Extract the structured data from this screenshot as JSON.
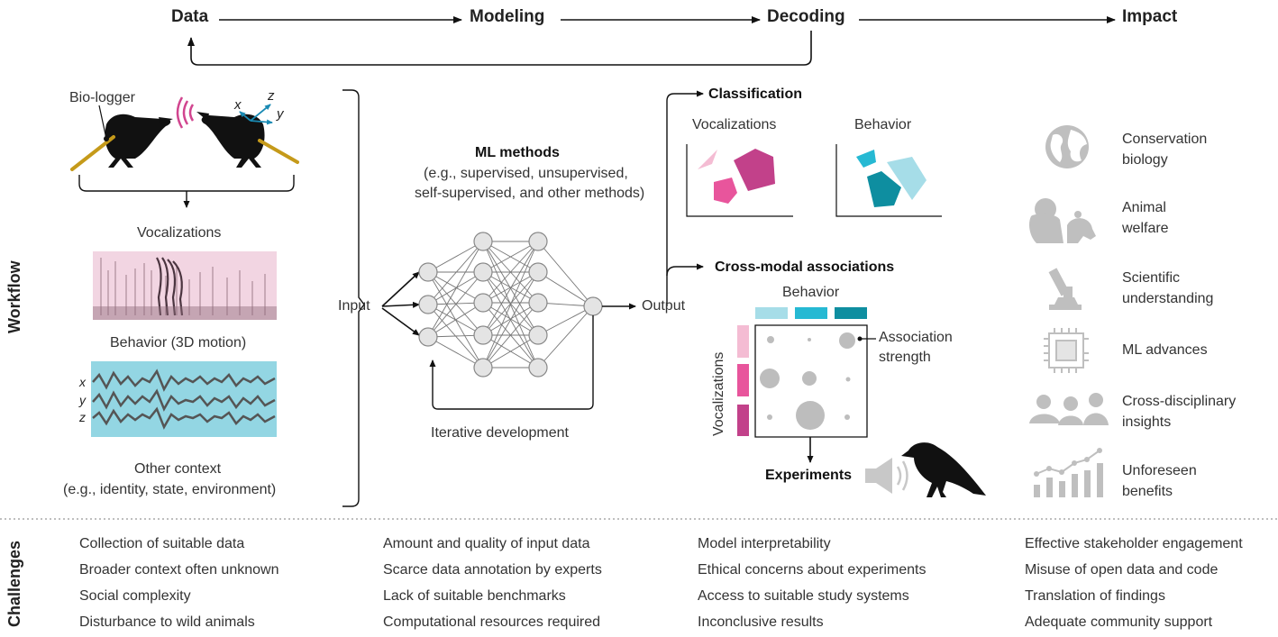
{
  "pipeline": {
    "stages": [
      "Data",
      "Modeling",
      "Decoding",
      "Impact"
    ]
  },
  "side_labels": {
    "workflow": "Workflow",
    "challenges": "Challenges"
  },
  "data_panel": {
    "biologger": "Bio-logger",
    "axes": [
      "x",
      "y",
      "z"
    ],
    "vocalizations": "Vocalizations",
    "behavior": "Behavior (3D motion)",
    "motion_axes": [
      "x",
      "y",
      "z"
    ],
    "other_context_line1": "Other context",
    "other_context_line2": "(e.g., identity, state, environment)"
  },
  "modeling_panel": {
    "title": "ML methods",
    "subtitle_line1": "(e.g., supervised, unsupervised,",
    "subtitle_line2": "self-supervised, and other methods)",
    "input": "Input",
    "output": "Output",
    "iterative": "Iterative development"
  },
  "decoding_panel": {
    "classification": "Classification",
    "class_vocalizations": "Vocalizations",
    "class_behavior": "Behavior",
    "crossmodal": "Cross-modal associations",
    "matrix_behavior": "Behavior",
    "matrix_vocalizations": "Vocalizations",
    "association_line1": "Association",
    "association_line2": "strength",
    "experiments": "Experiments"
  },
  "impact_panel": {
    "items": [
      {
        "icon": "globe-icon",
        "line1": "Conservation",
        "line2": "biology"
      },
      {
        "icon": "animals-icon",
        "line1": "Animal",
        "line2": "welfare"
      },
      {
        "icon": "microscope-icon",
        "line1": "Scientific",
        "line2": "understanding"
      },
      {
        "icon": "chip-icon",
        "line1": "ML advances",
        "line2": ""
      },
      {
        "icon": "people-icon",
        "line1": "Cross-disciplinary",
        "line2": "insights"
      },
      {
        "icon": "growth-chart-icon",
        "line1": "Unforeseen",
        "line2": "benefits"
      }
    ]
  },
  "challenges": {
    "data": [
      "Collection of suitable data",
      "Broader context often unknown",
      "Social complexity",
      "Disturbance to wild animals"
    ],
    "modeling": [
      "Amount and quality of input data",
      "Scarce data annotation by experts",
      "Lack of suitable benchmarks",
      "Computational resources required"
    ],
    "decoding": [
      "Model interpretability",
      "Ethical concerns about experiments",
      "Access to suitable study systems",
      "Inconclusive results"
    ],
    "impact": [
      "Effective stakeholder engagement",
      "Misuse of open data and code",
      "Translation of findings",
      "Adequate community support"
    ]
  },
  "colors": {
    "pink_light": "#f4bcd3",
    "pink_mid": "#e8559c",
    "magenta": "#c2418a",
    "cyan": "#26b9d3",
    "cyan_light": "#a6dde8",
    "teal": "#0e8ea0",
    "spectrogram_bg": "#f2d5e2",
    "motion_bg": "#93d6e3",
    "gray_node": "#e2e2e2",
    "bubble": "#bdbdbd"
  }
}
